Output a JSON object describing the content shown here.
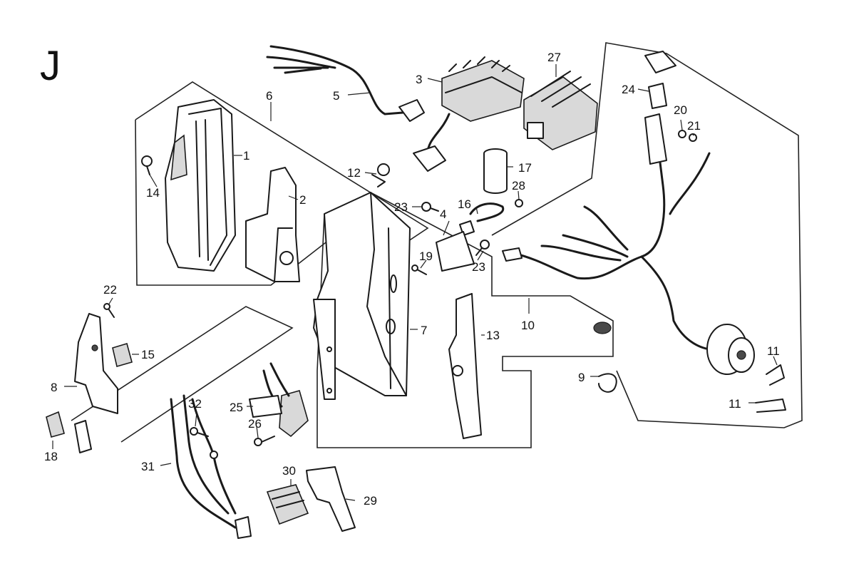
{
  "section_letter": "J",
  "callouts": {
    "p1": "1",
    "p2": "2",
    "p3": "3",
    "p4": "4",
    "p5": "5",
    "p6": "6",
    "p7": "7",
    "p8": "8",
    "p9": "9",
    "p10": "10",
    "p11a": "11",
    "p11b": "11",
    "p12": "12",
    "p13": "13",
    "p14": "14",
    "p15": "15",
    "p16": "16",
    "p17": "17",
    "p18": "18",
    "p19": "19",
    "p20": "20",
    "p21": "21",
    "p22": "22",
    "p23a": "23",
    "p23b": "23",
    "p24": "24",
    "p25": "25",
    "p26": "26",
    "p27": "27",
    "p28": "28",
    "p29": "29",
    "p30": "30",
    "p31": "31",
    "p32": "32"
  }
}
